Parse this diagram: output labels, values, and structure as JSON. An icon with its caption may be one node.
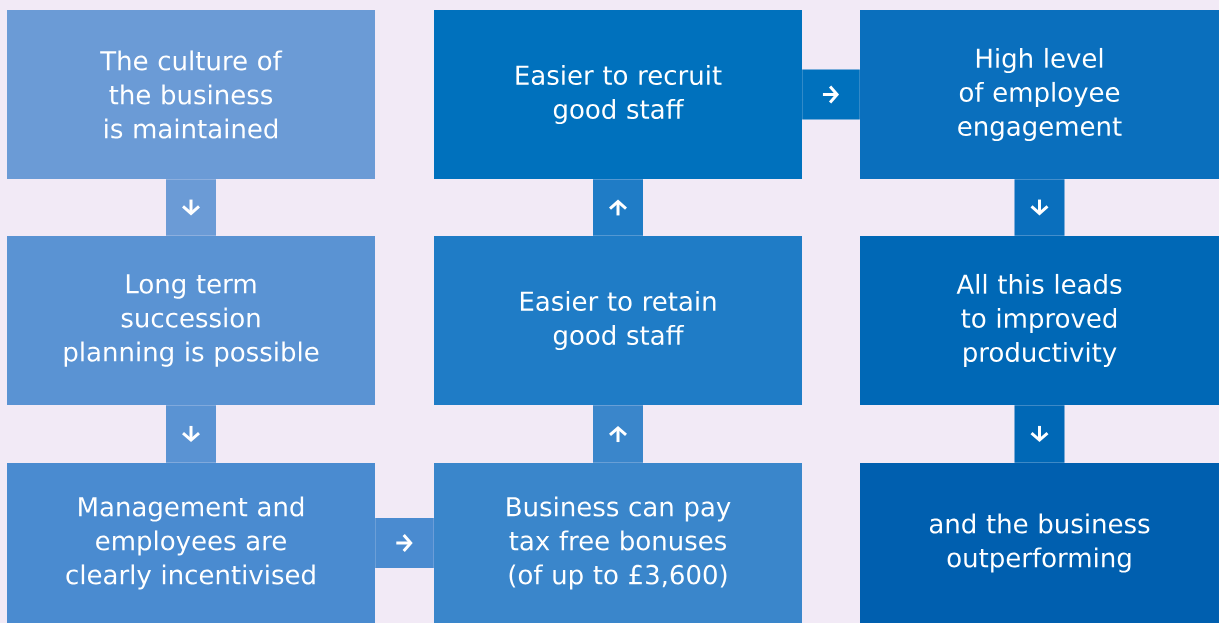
{
  "diagram": {
    "nodes": [
      {
        "text": [
          "The culture of the business is maintained"
        ]
      },
      {
        "text": [
          "Long term succession planning is possible"
        ]
      },
      {
        "text": [
          "Management and employees are clearly incentivised"
        ]
      },
      {
        "text": [
          "Easier to recruit good staff"
        ]
      },
      {
        "text": [
          "Easier to retain good staff"
        ]
      },
      {
        "text": [
          "Business can pay tax free bonuses (of up to £3,600)"
        ]
      },
      {
        "text": [
          "High level of employee engagement"
        ]
      },
      {
        "text": [
          "All this leads to improved productivity"
        ]
      },
      {
        "text": [
          "and the business outperforming"
        ]
      }
    ],
    "edges": [
      {
        "from": 0,
        "to": 1,
        "arrow": "to",
        "color": "#6b9bd6"
      },
      {
        "from": 1,
        "to": 2,
        "arrow": "to",
        "color": "#5a93d3"
      },
      {
        "from": 2,
        "to": 5,
        "arrow": "to",
        "color": "#4a8bd0"
      },
      {
        "from": 5,
        "to": 4,
        "arrow": "to",
        "color": "#3a86cb"
      },
      {
        "from": 4,
        "to": 3,
        "arrow": "to",
        "color": "#1f7cc6"
      },
      {
        "from": 3,
        "to": 6,
        "arrow": "to",
        "color": "#0071bd"
      },
      {
        "from": 6,
        "to": 7,
        "arrow": "to",
        "color": "#0a6fbd"
      },
      {
        "from": 7,
        "to": 8,
        "arrow": "to",
        "color": "#0068b6"
      }
    ]
  }
}
